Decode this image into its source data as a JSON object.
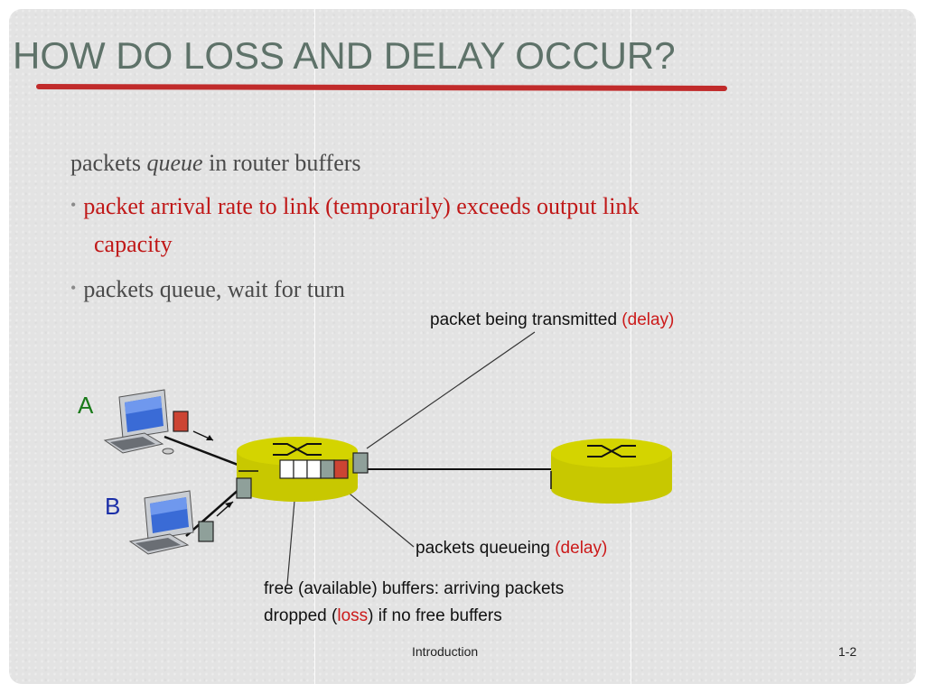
{
  "slide": {
    "title": "HOW DO LOSS AND DELAY OCCUR?",
    "subheading_prefix": "packets ",
    "subheading_italic": "queue",
    "subheading_suffix": " in router buffers",
    "bullets": [
      {
        "line1": "packet arrival rate to link (temporarily) exceeds output link",
        "line2": "capacity"
      },
      {
        "line1": "packets queue, wait for turn"
      }
    ],
    "bullet_glyph": "•"
  },
  "diagram": {
    "host_a": "A",
    "host_b": "B",
    "label_transmitted": "packet being transmitted ",
    "label_transmitted_delay": "(delay)",
    "label_queueing": "packets queueing ",
    "label_queueing_delay": "(delay)",
    "label_free_line1": "free (available) buffers: arriving packets",
    "label_free_line2_prefix": "dropped (",
    "label_free_line2_loss": "loss",
    "label_free_line2_suffix": ") if no free buffers"
  },
  "footer": {
    "section": "Introduction",
    "page": "1-2"
  },
  "colors": {
    "title": "#5e7269",
    "accent_red": "#c12b2b",
    "router_fill": "#c8c800",
    "packet_red": "#cc4433",
    "packet_gray": "#8fa09a"
  }
}
